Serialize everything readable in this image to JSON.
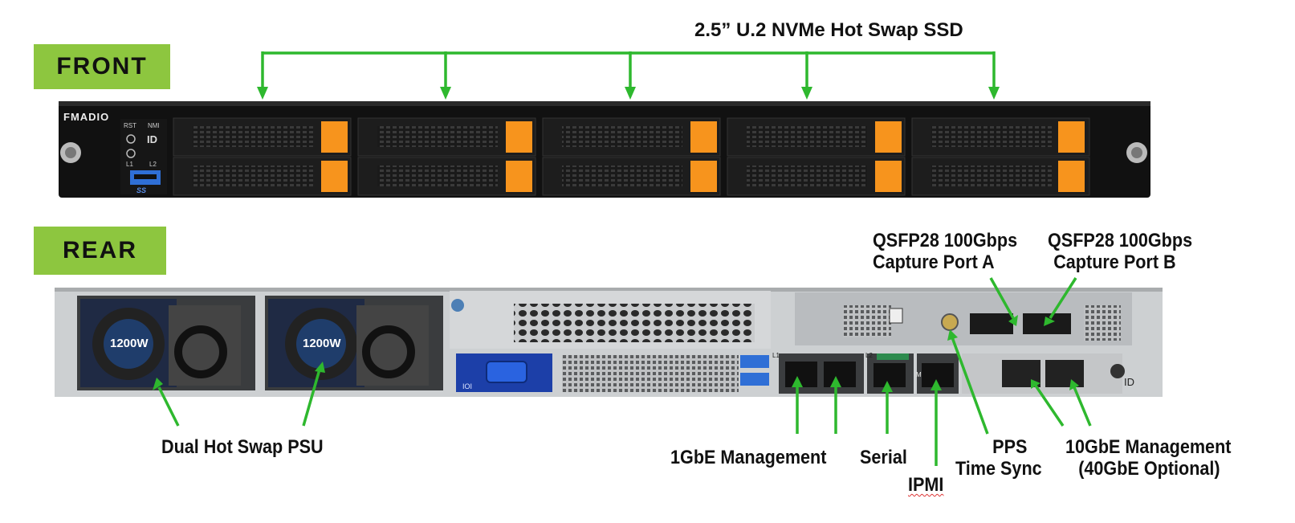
{
  "labels": {
    "front": "FRONT",
    "rear": "REAR"
  },
  "front": {
    "brand": "FMADIO",
    "ssd_title": "2.5” U.2 NVMe Hot Swap SSD",
    "buttons": [
      "RST",
      "NMI",
      "ID",
      "L1",
      "L2"
    ],
    "usb_label": "SS"
  },
  "rear": {
    "psu_rating": "1200W",
    "port_id": "ID",
    "io_label": "IOI",
    "port_l1": "L1",
    "port_l2": "L2",
    "port_m": "M",
    "callouts": {
      "qsfp_a_line1": "QSFP28 100Gbps",
      "qsfp_a_line2": "Capture Port A",
      "qsfp_b_line1": "QSFP28 100Gbps",
      "qsfp_b_line2": "Capture Port B",
      "psu": "Dual Hot Swap PSU",
      "mgmt_1g": "1GbE Management",
      "serial": "Serial",
      "ipmi": "IPMI",
      "pps_line1": "PPS",
      "pps_line2": "Time Sync",
      "mgmt_10g_line1": "10GbE Management",
      "mgmt_10g_line2": "(40GbE Optional)"
    }
  },
  "colors": {
    "accent_green": "#8dc63f",
    "arrow_green": "#2eb82e",
    "drive_orange": "#f7941d",
    "chassis_black": "#121212",
    "chassis_silver": "#b9bcbf"
  }
}
